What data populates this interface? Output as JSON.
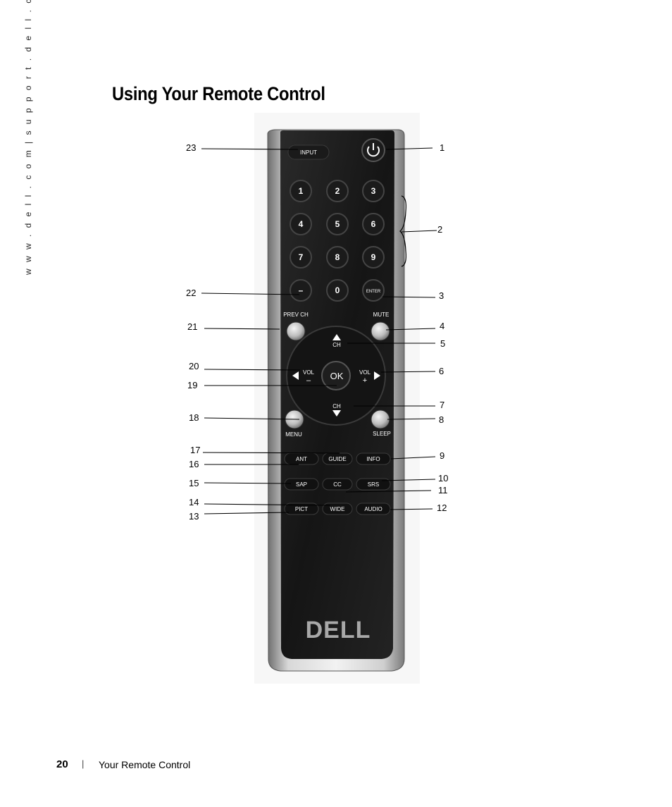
{
  "side_url": "w w w . d e l l . c o m  |  s u p p o r t . d e l l . c o m",
  "title": "Using Your Remote Control",
  "footer": {
    "page_number": "20",
    "separator": "|",
    "section": "Your Remote Control"
  },
  "remote": {
    "logo": "DELL",
    "buttons": {
      "input": "INPUT",
      "digits": [
        "1",
        "2",
        "3",
        "4",
        "5",
        "6",
        "7",
        "8",
        "9"
      ],
      "dash": "–",
      "zero": "0",
      "enter": "ENTER",
      "prev_ch": "PREV CH",
      "mute": "MUTE",
      "ch_up": "CH",
      "ch_down": "CH",
      "vol_minus": "VOL",
      "vol_plus": "VOL",
      "ok": "OK",
      "menu": "MENU",
      "sleep": "SLEEP",
      "ant": "ANT",
      "guide": "GUIDE",
      "info": "INFO",
      "sap": "SAP",
      "cc": "CC",
      "srs": "SRS",
      "pict": "PICT",
      "wide": "WIDE",
      "audio": "AUDIO"
    }
  },
  "callouts": {
    "c1": "1",
    "c2": "2",
    "c3": "3",
    "c4": "4",
    "c5": "5",
    "c6": "6",
    "c7": "7",
    "c8": "8",
    "c9": "9",
    "c10": "10",
    "c11": "11",
    "c12": "12",
    "c13": "13",
    "c14": "14",
    "c15": "15",
    "c16": "16",
    "c17": "17",
    "c18": "18",
    "c19": "19",
    "c20": "20",
    "c21": "21",
    "c22": "22",
    "c23": "23"
  }
}
